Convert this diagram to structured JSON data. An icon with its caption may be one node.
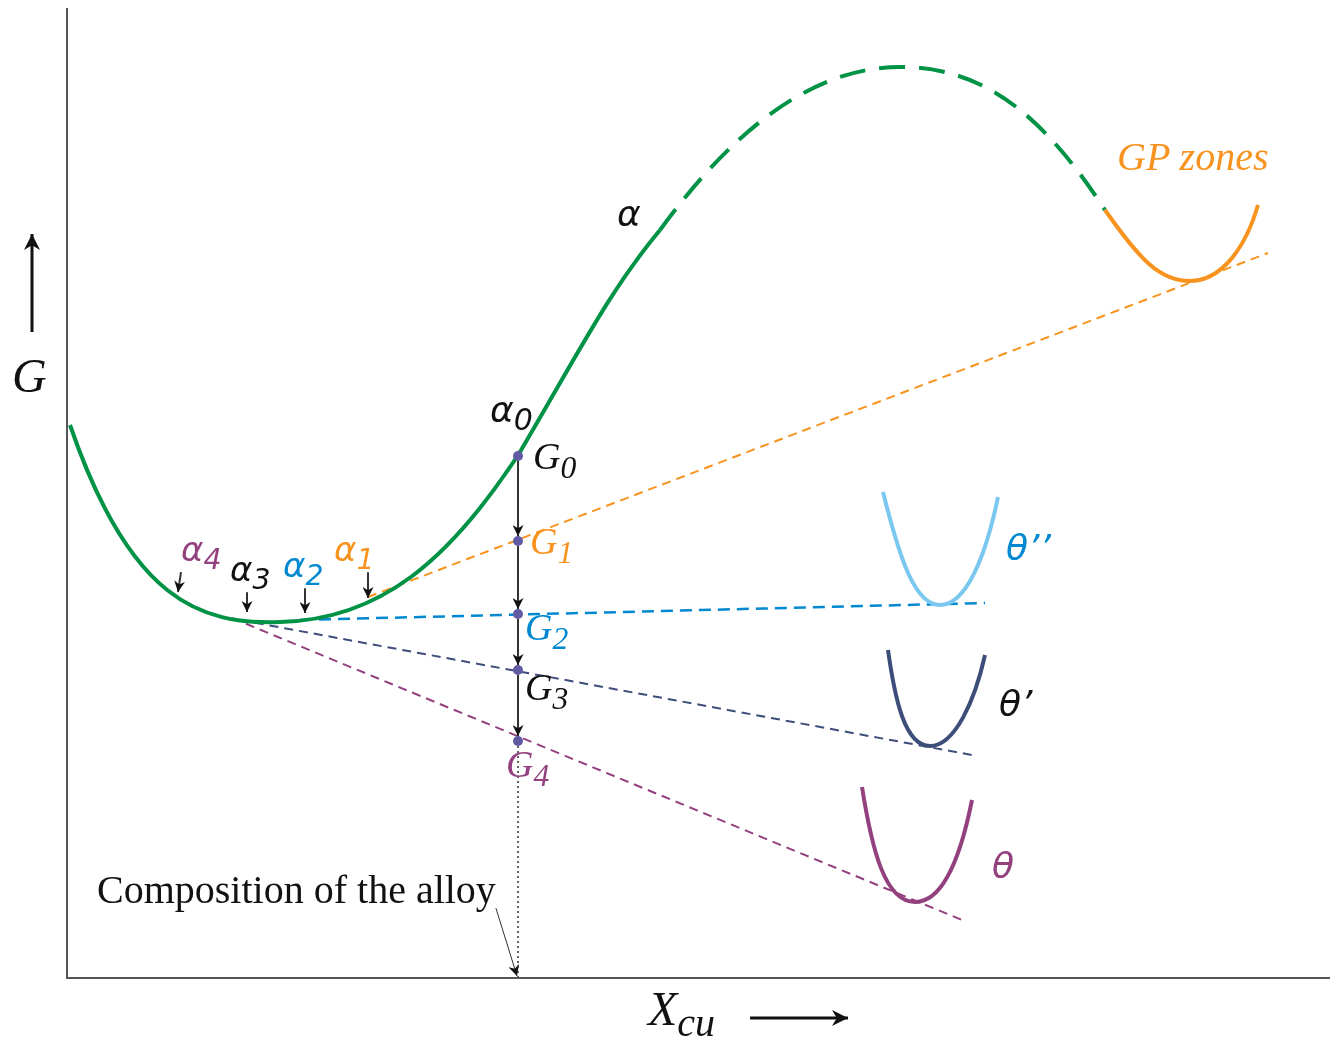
{
  "diagram": {
    "nodes": [
      {
        "text": [],
        "shape": "circle",
        "beside": [
          "G$_{0}$"
        ]
      },
      {
        "text": [],
        "shape": "circle",
        "beside": [
          "G$_{1}$"
        ]
      },
      {
        "text": [],
        "shape": "circle",
        "beside": [
          "G$_{2}$"
        ]
      },
      {
        "text": [],
        "shape": "circle",
        "beside": [
          "G$_{3}$"
        ]
      },
      {
        "text": [],
        "shape": "circle",
        "beside": [
          "G$_{4}$"
        ]
      },
      {
        "text": [
          "α$_{1}$"
        ]
      },
      {
        "text": [
          "α$_{2}$"
        ]
      },
      {
        "text": [
          "α$_{3}$"
        ]
      },
      {
        "text": [
          "α$_{4}$"
        ]
      },
      {
        "text": [
          "Composition of the alloy"
        ]
      }
    ],
    "edges": [
      {
        "from": 0,
        "to": 1,
        "arrow": "to"
      },
      {
        "from": 1,
        "to": 2,
        "arrow": "to"
      },
      {
        "from": 2,
        "to": 3,
        "arrow": "to"
      },
      {
        "from": 3,
        "to": 4,
        "arrow": "to"
      },
      {
        "from": 5,
        "to": null,
        "arrow": "to"
      },
      {
        "from": 6,
        "to": null,
        "arrow": "to"
      },
      {
        "from": 7,
        "to": null,
        "arrow": "to"
      },
      {
        "from": 8,
        "to": null,
        "arrow": "to"
      },
      {
        "from": 9,
        "to": null,
        "arrow": "to"
      },
      {
        "from": 4,
        "to": null,
        "arrow": "none",
        "style": "dashed"
      }
    ],
    "labels": [
      "α",
      "GP zones",
      "G",
      "α$_{0}$",
      "θ’’",
      "θ’",
      "θ",
      "X$_{cu}$"
    ]
  }
}
